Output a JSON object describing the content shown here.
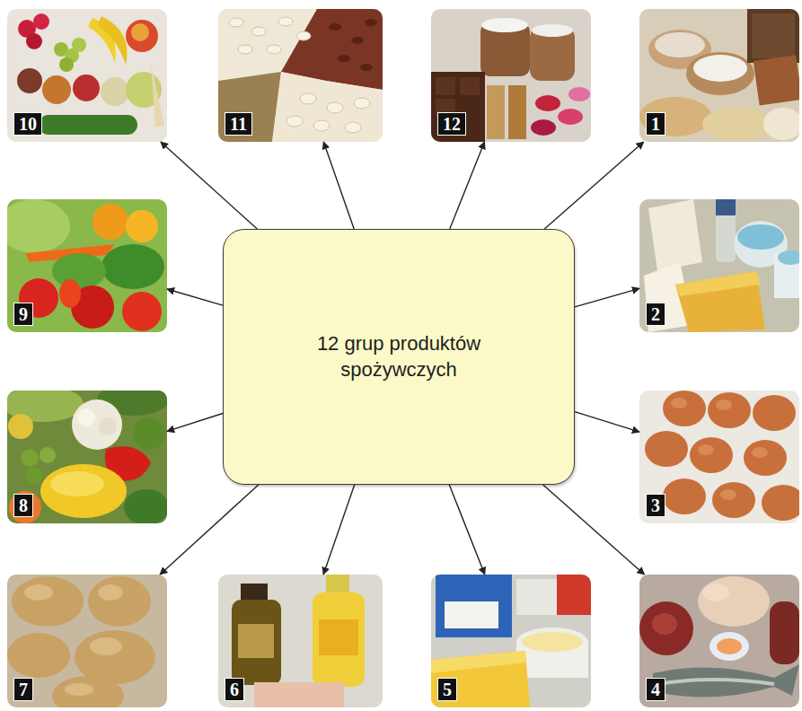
{
  "diagram": {
    "nodes": [
      {
        "text": [
          "10"
        ]
      },
      {
        "text": [
          "11"
        ]
      },
      {
        "text": [
          "12"
        ]
      },
      {
        "text": [
          "1"
        ]
      },
      {
        "text": [
          "9"
        ]
      },
      {
        "text": [
          "12 grup produktów spożywczych"
        ]
      },
      {
        "text": [
          "2"
        ]
      },
      {
        "text": [
          "8"
        ]
      },
      {
        "text": [
          "3"
        ]
      },
      {
        "text": [
          "7"
        ]
      },
      {
        "text": [
          "6"
        ]
      },
      {
        "text": [
          "5"
        ]
      },
      {
        "text": [
          "4"
        ]
      }
    ],
    "edges": [
      {
        "from": 5,
        "to": 3,
        "arrow": "to"
      },
      {
        "from": 5,
        "to": 6,
        "arrow": "to"
      },
      {
        "from": 5,
        "to": 8,
        "arrow": "to"
      },
      {
        "from": 5,
        "to": 12,
        "arrow": "to"
      },
      {
        "from": 5,
        "to": 11,
        "arrow": "to"
      },
      {
        "from": 5,
        "to": 10,
        "arrow": "to"
      },
      {
        "from": 5,
        "to": 9,
        "arrow": "to"
      },
      {
        "from": 5,
        "to": 7,
        "arrow": "to"
      },
      {
        "from": 5,
        "to": 4,
        "arrow": "to"
      },
      {
        "from": 5,
        "to": 0,
        "arrow": "to"
      },
      {
        "from": 5,
        "to": 1,
        "arrow": "to"
      },
      {
        "from": 5,
        "to": 2,
        "arrow": "to"
      }
    ]
  }
}
